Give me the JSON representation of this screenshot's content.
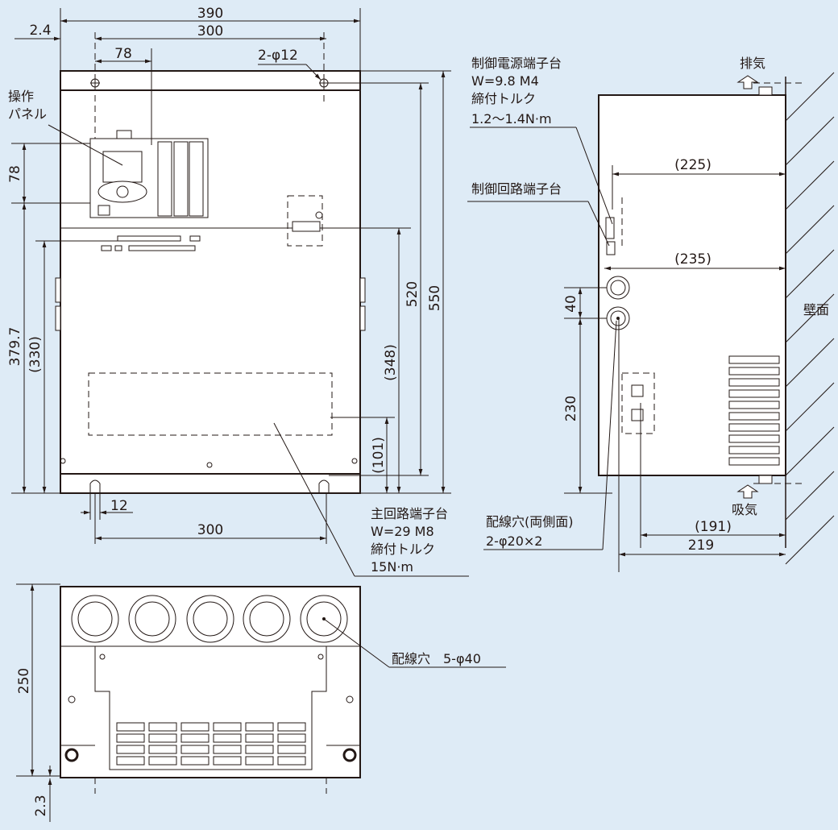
{
  "front_view": {
    "dims": {
      "width_total": "390",
      "offset": "2.4",
      "hole_pitch": "300",
      "panel_offset": "78",
      "holes": "2-φ12",
      "panel_height": "78",
      "height_379": "379.7",
      "height_330": "(330)",
      "height_520": "520",
      "height_550": "550",
      "height_348": "(348)",
      "height_101": "(101)",
      "slot_width": "12",
      "bottom_pitch": "300"
    },
    "labels": {
      "panel_line1": "操作",
      "panel_line2": "パネル",
      "main_terminal": [
        "主回路端子台",
        "W=29 M8",
        "締付トルク",
        "15N·m"
      ]
    }
  },
  "side_view": {
    "dims": {
      "d225": "(225)",
      "d235": "(235)",
      "d40": "40",
      "d230": "230",
      "d191": "(191)",
      "d219": "219"
    },
    "labels": {
      "ctrl_power": [
        "制御電源端子台",
        "W=9.8 M4",
        "締付トルク",
        "1.2〜1.4N·m"
      ],
      "ctrl_circuit": "制御回路端子台",
      "exhaust": "排気",
      "intake": "吸気",
      "wall": "壁面",
      "side_holes": [
        "配線穴(両側面)",
        "2-φ20×2"
      ]
    }
  },
  "bottom_view": {
    "dims": {
      "depth": "250",
      "offset": "2.3"
    },
    "labels": {
      "holes": "配線穴　5-φ40"
    }
  }
}
